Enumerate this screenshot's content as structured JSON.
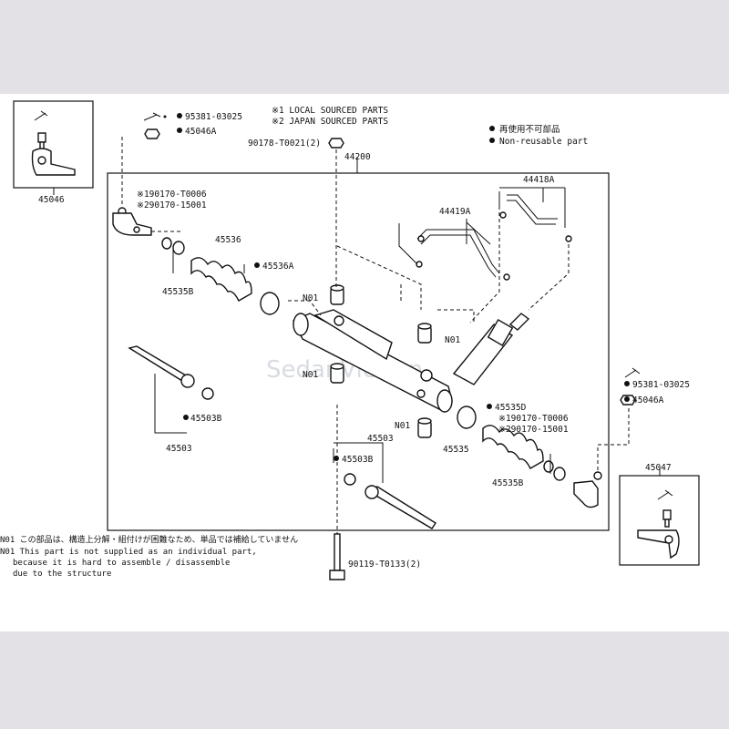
{
  "colors": {
    "background": "#e3e0e6",
    "sheet": "#ffffff",
    "ink": "#111111",
    "watermark": "#b9c1cc"
  },
  "header": {
    "source_note_1": "※1 LOCAL SOURCED PARTS",
    "source_note_2": "※2 JAPAN SOURCED PARTS"
  },
  "legend": {
    "non_reusable_jp": "再使用不可部品",
    "non_reusable_en": "Non-reusable part"
  },
  "parts": {
    "p45046": "45046",
    "p95381_left": "95381-03025",
    "p45046A_left": "45046A",
    "p90178": "90178-T0021(2)",
    "p44200": "44200",
    "p44418A": "44418A",
    "p44419A": "44419A",
    "p190170_left": "※190170-T0006",
    "p290170_left": "※290170-15001",
    "p45536": "45536",
    "p45536A": "45536A",
    "p45535B_left": "45535B",
    "n01_a": "N01",
    "n01_b": "N01",
    "n01_c": "N01",
    "n01_d": "N01",
    "p45503B_left": "45503B",
    "p45503_left": "45503",
    "p45503_right": "45503",
    "p45503B_right": "45503B",
    "p95381_right": "95381-03025",
    "p45046A_right": "45046A",
    "p45535D": "45535D",
    "p190170_right": "※190170-T0006",
    "p290170_right": "※290170-15001",
    "p45535": "45535",
    "p45535B_right": "45535B",
    "p45047": "45047",
    "p90119": "90119-T0133(2)"
  },
  "footnote": {
    "line1": "N01 この部品は、構造上分解・組付けが困難なため、単品では補給していません",
    "line2": "N01 This part is not supplied as an individual part,",
    "line3": "because it is hard to assemble / disassemble",
    "line4": "due to the structure"
  },
  "watermark": "SedanViet.vn"
}
